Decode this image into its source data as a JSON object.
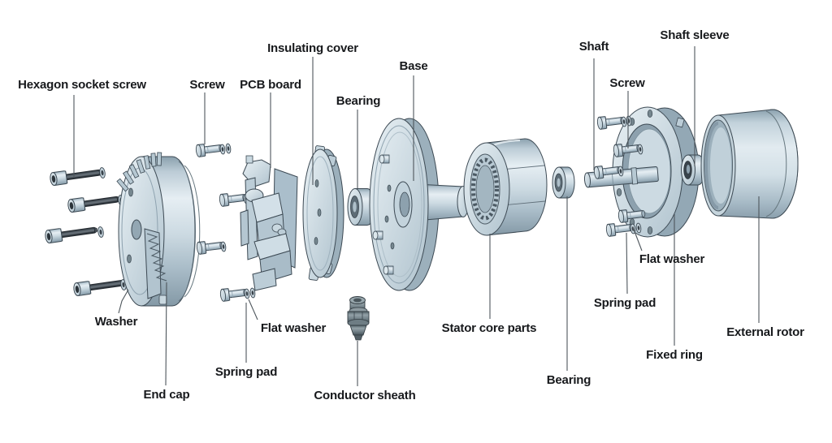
{
  "diagram": {
    "type": "exploded-view",
    "subject": "External rotor motor assembly",
    "background_color": "#ffffff",
    "label_text_color": "#17191c",
    "leader_line_color": "#4e565c",
    "part_fill_light": "#d9e5eb",
    "part_fill_mid": "#bccdd7",
    "part_fill_dark": "#93a8b5",
    "part_outline": "#3d4a54",
    "screw_rod_color": "#23292f",
    "sheath_fill": "#76858c"
  },
  "labels": [
    {
      "id": "hexagon-socket-screw",
      "text": "Hexagon socket screw"
    },
    {
      "id": "screw-left",
      "text": "Screw"
    },
    {
      "id": "pcb-board",
      "text": "PCB board"
    },
    {
      "id": "insulating-cover",
      "text": "Insulating cover"
    },
    {
      "id": "bearing-left",
      "text": "Bearing"
    },
    {
      "id": "base",
      "text": "Base"
    },
    {
      "id": "shaft",
      "text": "Shaft"
    },
    {
      "id": "screw-right",
      "text": "Screw"
    },
    {
      "id": "shaft-sleeve",
      "text": "Shaft sleeve"
    },
    {
      "id": "washer",
      "text": "Washer"
    },
    {
      "id": "end-cap",
      "text": "End cap"
    },
    {
      "id": "flat-washer-left",
      "text": "Flat washer"
    },
    {
      "id": "spring-pad-left",
      "text": "Spring pad"
    },
    {
      "id": "conductor-sheath",
      "text": "Conductor sheath"
    },
    {
      "id": "stator-core-parts",
      "text": "Stator core parts"
    },
    {
      "id": "bearing-right",
      "text": "Bearing"
    },
    {
      "id": "flat-washer-right",
      "text": "Flat washer"
    },
    {
      "id": "spring-pad-right",
      "text": "Spring pad"
    },
    {
      "id": "fixed-ring",
      "text": "Fixed ring"
    },
    {
      "id": "external-rotor",
      "text": "External rotor"
    }
  ]
}
